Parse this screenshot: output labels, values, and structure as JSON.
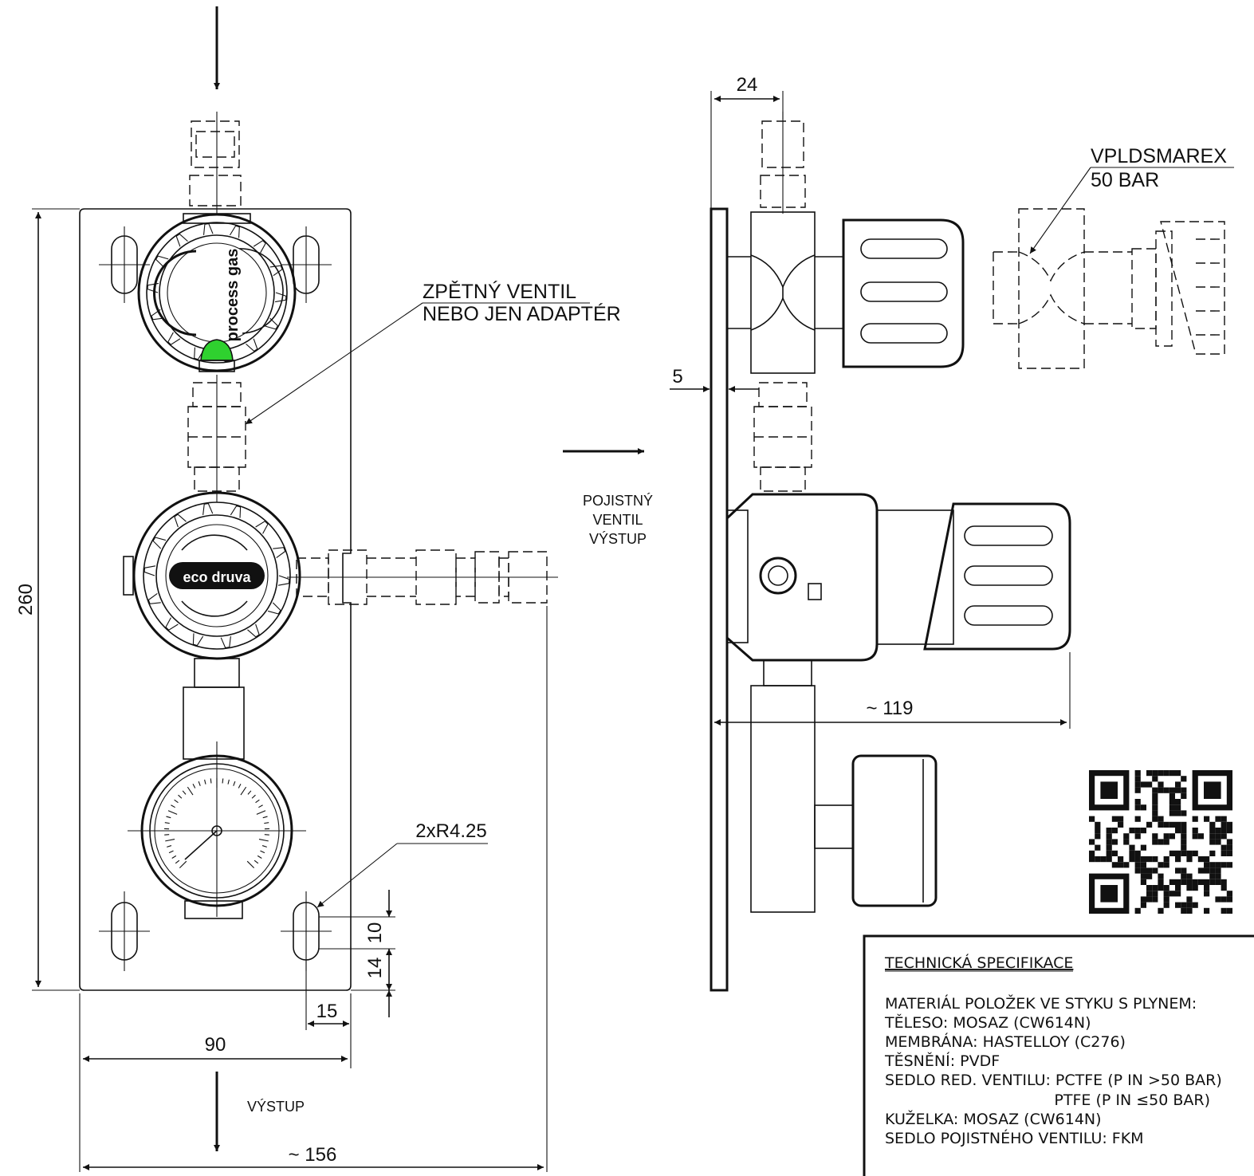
{
  "front_view": {
    "dim_height": "260",
    "dim_width_plate": "90",
    "dim_overall_width": "~ 156",
    "dim_slot_offset": "15",
    "dim_slot_len": "10",
    "dim_slot_bottom": "14",
    "slot_label": "2xR4.25",
    "check_valve_label_1": "ZPĚTNÝ VENTIL",
    "check_valve_label_2": "NEBO JEN ADAPTÉR",
    "outlet_label": "VÝSTUP",
    "top_regulator_brand": "process gas",
    "mid_regulator_brand": "eco druva"
  },
  "side_view": {
    "dim_top": "24",
    "dim_plate": "5",
    "dim_depth": "~ 119",
    "relief_label_1": "POJISTNÝ",
    "relief_label_2": "VENTIL",
    "relief_label_3": "VÝSTUP",
    "detail_label_1": "VPLDSMAREX",
    "detail_label_2": "50 BAR"
  },
  "spec": {
    "title": "TECHNICKÁ SPECIFIKACE",
    "lines": [
      "MATERIÁL POLOŽEK VE STYKU S PLYNEM:",
      "TĚLESO: MOSAZ (CW614N)",
      "MEMBRÁNA: HASTELLOY (C276)",
      "TĚSNĚNÍ: PVDF",
      "SEDLO RED. VENTILU: PCTFE (P IN >50 BAR)",
      "PTFE (P IN ≤50 BAR)",
      "KUŽELKA: MOSAZ (CW614N)",
      "SEDLO POJISTNÉHO VENTILU: FKM"
    ]
  },
  "colors": {
    "indicator": "#2fd12f",
    "ink": "#111111"
  }
}
